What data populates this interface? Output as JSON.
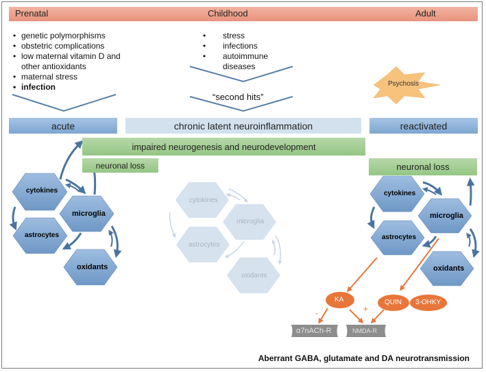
{
  "timeline": {
    "stages": [
      "Prenatal",
      "Childhood",
      "Adult"
    ],
    "color": "#ec9c86"
  },
  "prenatal_factors": [
    {
      "text": "genetic polymorphisms",
      "bold": false
    },
    {
      "text": "obstetric complications",
      "bold": false
    },
    {
      "text": "low maternal vitamin D and other antioxidants",
      "bold": false
    },
    {
      "text": "maternal stress",
      "bold": false
    },
    {
      "text": "infection",
      "bold": true
    }
  ],
  "childhood_factors": [
    "stress",
    "infections",
    "autoimmune diseases"
  ],
  "second_hits_label": "“second hits”",
  "psychosis_label": "Psychosis",
  "phases": {
    "acute": "acute",
    "chronic": "chronic latent neuroinflammation",
    "reactivated": "reactivated"
  },
  "outcomes": {
    "impaired": "impaired neurogenesis and neurodevelopment",
    "neuronal_loss_left": "neuronal loss",
    "neuronal_loss_right": "neuronal loss"
  },
  "cell_cycle": {
    "nodes": [
      "cytokines",
      "microglia",
      "astrocytes",
      "oxidants"
    ]
  },
  "kynurenine": {
    "metabolites": [
      "KA",
      "QUIN",
      "3-OHKY"
    ],
    "receptors": [
      "α7nACh-R",
      "NMDA-R"
    ],
    "signs": {
      "minus": "-",
      "plus": "+"
    },
    "color": "#e8763a"
  },
  "caption": "Aberrant GABA, glutamate and DA neurotransmission",
  "colors": {
    "hex_fill": "#7ea6d2",
    "hex_faded": "#d6e2ee",
    "arrow": "#4a74a0",
    "receptor": "#8d8d8d",
    "star": "#f6c27c"
  }
}
